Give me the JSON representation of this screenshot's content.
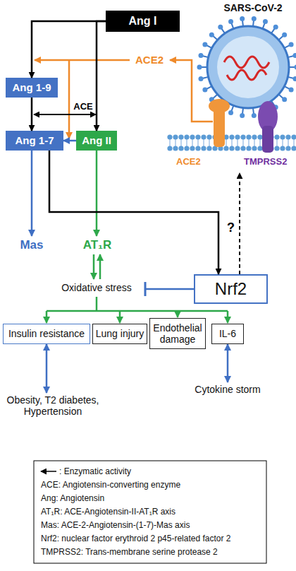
{
  "diagram": {
    "nodes": [
      {
        "text": [
          "Ang I"
        ]
      },
      {
        "text": [
          "Ang 1-9"
        ]
      },
      {
        "text": [
          "Ang 1-7"
        ]
      },
      {
        "text": [
          "Ang II"
        ]
      },
      {
        "text": [
          "Nrf2"
        ]
      },
      {
        "text": [
          "Insulin resistance"
        ]
      },
      {
        "text": [
          "Lung injury"
        ]
      },
      {
        "text": [
          "Endothelial damage"
        ]
      },
      {
        "text": [
          "IL-6"
        ]
      }
    ],
    "edges": [
      {
        "from": 0,
        "to": 1,
        "arrow": "to"
      },
      {
        "from": 0,
        "to": 3,
        "arrow": "to"
      },
      {
        "from": 1,
        "to": 2,
        "arrow": "to"
      },
      {
        "from": 3,
        "to": 2,
        "arrow": "to"
      },
      {
        "from": 2,
        "to": 4,
        "arrow": "to"
      }
    ],
    "labels": [
      "SARS-CoV-2",
      "ACE2",
      "ACE",
      "ACE2",
      "TMPRSS2",
      "Mas",
      "AT₁R",
      "?",
      "Oxidative stress",
      "Obesity, T2 diabetes, Hypertension",
      "Cytokine storm"
    ],
    "legend": [
      {
        "text": ": Enzymatic activity"
      },
      {
        "text": "ACE: Angiotensin-converting enzyme"
      },
      {
        "text": "Ang: Angiotensin"
      },
      {
        "text": "AT₁R: ACE-Angiotensin-II-AT₁R axis"
      },
      {
        "text": "Mas: ACE-2-Angiotensin-(1-7)-Mas axis"
      },
      {
        "text": "Nrf2: nuclear factor erythroid 2 p45-related factor 2"
      },
      {
        "text": "TMPRSS2: Trans-membrane serine protease 2"
      }
    ]
  }
}
